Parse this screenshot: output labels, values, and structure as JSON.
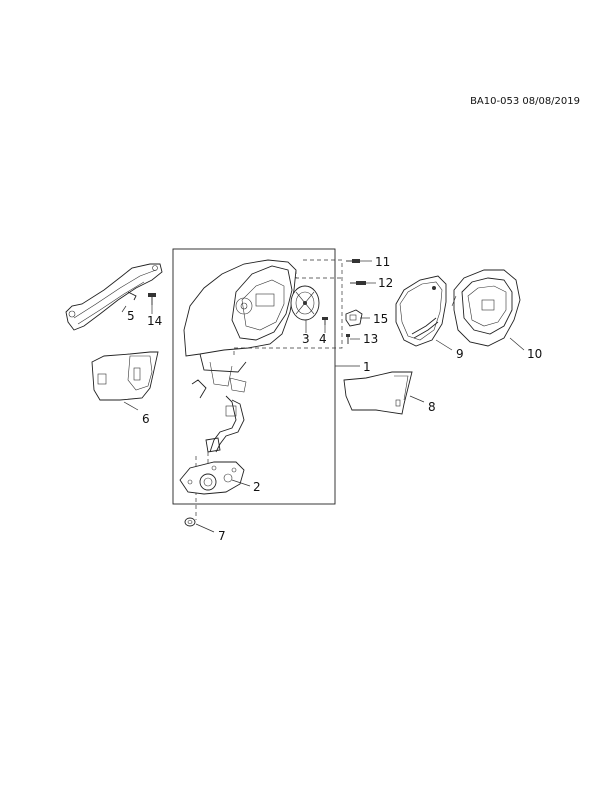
{
  "document_id": "BA10-053 08/08/2019",
  "callouts": {
    "c1": "1",
    "c2": "2",
    "c3": "3",
    "c4": "4",
    "c5": "5",
    "c6": "6",
    "c7": "7",
    "c8": "8",
    "c9": "9",
    "c10": "10",
    "c11": "11",
    "c12": "12",
    "c13": "13",
    "c14": "14",
    "c15": "15"
  }
}
